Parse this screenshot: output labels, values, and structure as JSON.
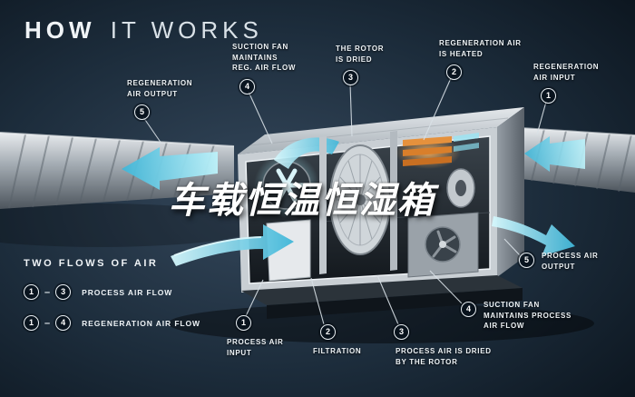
{
  "title": {
    "bold": "HOW",
    "light": "IT WORKS"
  },
  "watermark": "车载恒温恒湿箱",
  "callouts": [
    {
      "num": "5",
      "label": "REGENERATION\nAIR OUTPUT"
    },
    {
      "num": "4",
      "label": "SUCTION FAN\nMAINTAINS\nREG. AIR FLOW"
    },
    {
      "num": "3",
      "label": "THE ROTOR\nIS DRIED"
    },
    {
      "num": "2",
      "label": "REGENERATION AIR\nIS HEATED"
    },
    {
      "num": "1",
      "label": "REGENERATION\nAIR INPUT"
    },
    {
      "num": "5",
      "label": "PROCESS AIR\nOUTPUT"
    },
    {
      "num": "4",
      "label": "SUCTION FAN\nMAINTAINS PROCESS\nAIR FLOW"
    },
    {
      "num": "3",
      "label": "PROCESS AIR IS DRIED\nBY THE ROTOR"
    },
    {
      "num": "2",
      "label": "FILTRATION"
    },
    {
      "num": "1",
      "label": "PROCESS AIR\nINPUT"
    }
  ],
  "legend": {
    "heading": "TWO FLOWS OF AIR",
    "rows": [
      {
        "from": "1",
        "dash": "–",
        "to": "3",
        "label": "PROCESS AIR FLOW"
      },
      {
        "from": "1",
        "dash": "–",
        "to": "4",
        "label": "REGENERATION AIR FLOW"
      }
    ]
  },
  "colors": {
    "background": "#0e1822",
    "flow_cyan": "#7fdcef",
    "heater_orange": "#e08a35",
    "casing_gray": "#c9cfd4",
    "text": "#eef3f6"
  }
}
